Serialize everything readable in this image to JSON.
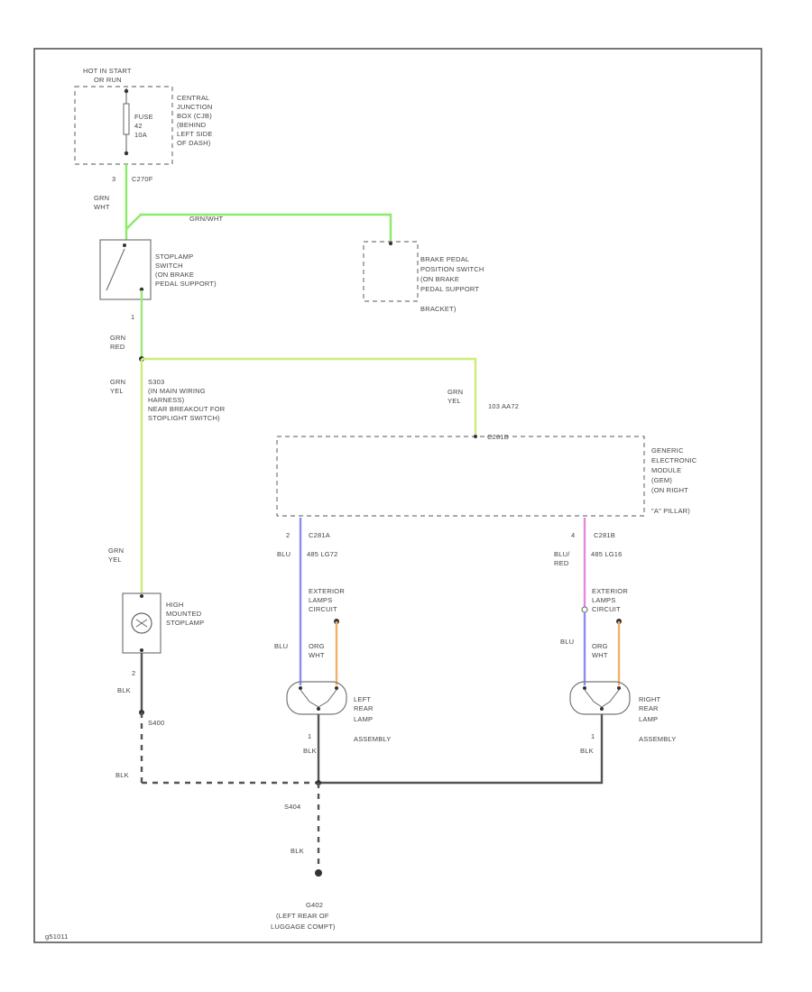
{
  "colors": {
    "green_wht": "#8bea6a",
    "green_red": "#9ce87a",
    "green_yel": "#cdec7a",
    "blue": "#8c8cf2",
    "blue_red": "#e38ae0",
    "orange": "#f2b06a",
    "ground": "#555555"
  },
  "fuse_block": {
    "header_1": "HOT IN START",
    "header_2": "OR RUN",
    "fuse_1": "FUSE",
    "fuse_2": "42",
    "fuse_3": "10A",
    "desc_1": "CENTRAL",
    "desc_2": "JUNCTION",
    "desc_3": "BOX (CJB)",
    "desc_4": "(BEHIND",
    "desc_5": "LEFT SIDE",
    "desc_6": "OF DASH)",
    "pin": "3",
    "conn": "C270F",
    "wire_1": "GRN",
    "wire_2": "WHT"
  },
  "brake_wire_label": "GRN/WHT",
  "stoplamp_switch": {
    "l1": "STOPLAMP",
    "l2": "SWITCH",
    "l3": "(ON BRAKE",
    "l4": "PEDAL SUPPORT)",
    "pin": "1",
    "wire_1": "GRN",
    "wire_2": "RED"
  },
  "brake_pedal_switch": {
    "l1": "BRAKE PEDAL",
    "l2": "POSITION SWITCH",
    "l3": "(ON BRAKE",
    "l4": "PEDAL SUPPORT",
    "l5": "BRACKET)"
  },
  "splice": {
    "wire_1": "GRN",
    "wire_2": "YEL",
    "l1": "S303",
    "l2": "(IN MAIN WIRING",
    "l3": "HARNESS)",
    "l4": "NEAR BREAKOUT FOR",
    "l5": "STOPLIGHT SWITCH)"
  },
  "gem_input": {
    "wire_1": "GRN",
    "wire_2": "YEL",
    "wire_code": "103 AA72",
    "conn": "C281B"
  },
  "gem": {
    "l1": "GENERIC",
    "l2": "ELECTRONIC",
    "l3": "MODULE",
    "l4": "(GEM)",
    "l5": "(ON RIGHT",
    "l6": "\"A\" PILLAR)"
  },
  "high_mount": {
    "wire_1": "GRN",
    "wire_2": "YEL",
    "l1": "HIGH",
    "l2": "MOUNTED",
    "l3": "STOPLAMP",
    "pin": "2",
    "wire_out": "BLK",
    "ground_code": "S400"
  },
  "left_circuit": {
    "pin": "2",
    "conn": "C281A",
    "wire": "BLU",
    "code": "485 LG72",
    "ext_1": "EXTERIOR",
    "ext_2": "LAMPS",
    "ext_3": "CIRCUIT",
    "wire_lower": "BLU",
    "orange_1": "ORG",
    "orange_2": "WHT"
  },
  "left_lamp": {
    "l1": "LEFT",
    "l2": "REAR",
    "l3": "LAMP",
    "l4": "ASSEMBLY",
    "pin": "1",
    "wire_out": "BLK"
  },
  "right_circuit": {
    "pin": "4",
    "conn": "C281B",
    "wire_1": "BLU/",
    "wire_2": "RED",
    "code": "485 LG16",
    "ext_1": "EXTERIOR",
    "ext_2": "LAMPS",
    "ext_3": "CIRCUIT",
    "wire_lower": "BLU",
    "orange_1": "ORG",
    "orange_2": "WHT"
  },
  "right_lamp": {
    "l1": "RIGHT",
    "l2": "REAR",
    "l3": "LAMP",
    "l4": "ASSEMBLY",
    "pin": "1",
    "wire_out": "BLK"
  },
  "ground_bus": {
    "wire_left": "BLK",
    "splice": "S404",
    "wire_lower": "BLK",
    "ground_id": "G402",
    "loc_1": "(LEFT REAR OF",
    "loc_2": "LUGGAGE COMPT)"
  },
  "footer_code": "g51011"
}
